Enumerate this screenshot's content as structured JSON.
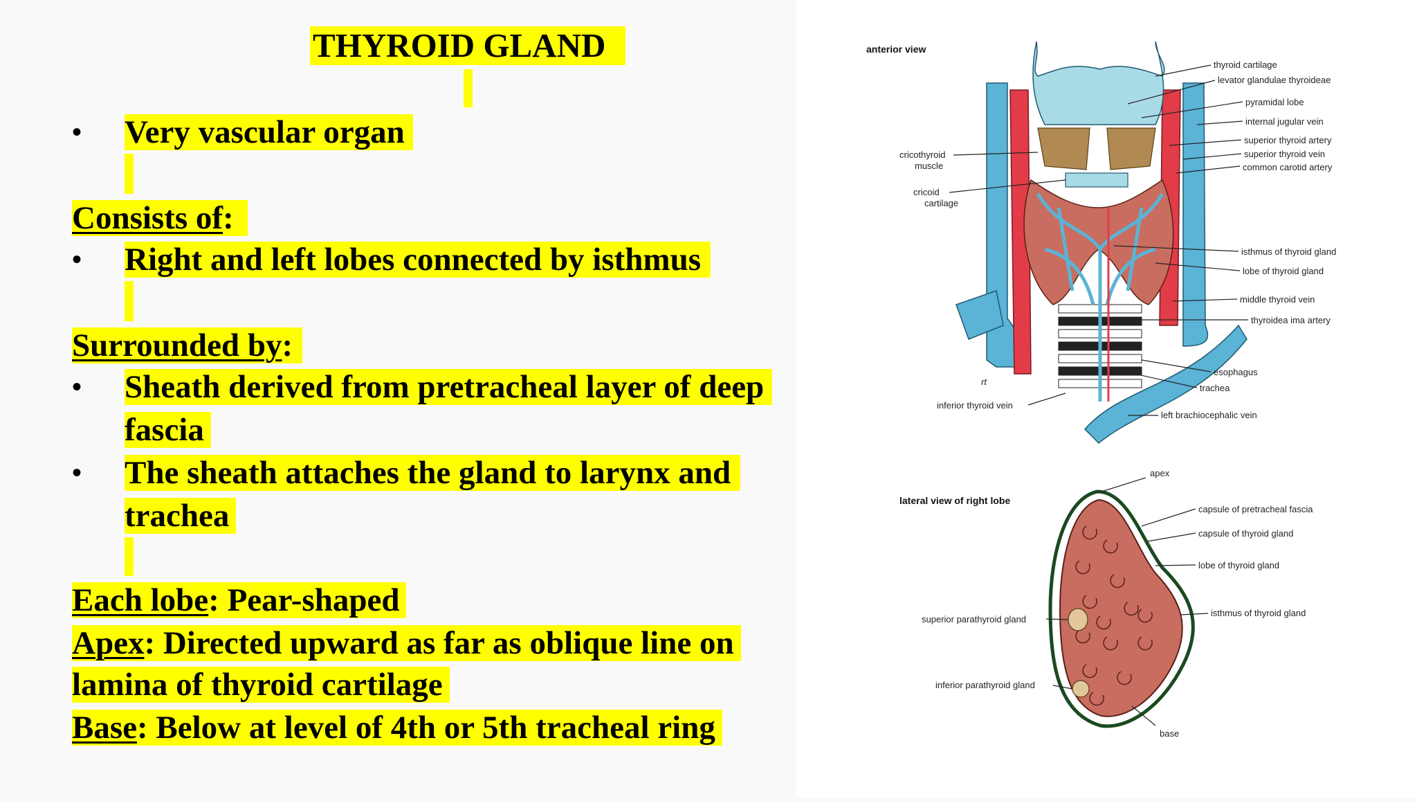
{
  "slide": {
    "title": "THYROID GLAND",
    "point1": "Very vascular organ",
    "consists_label": "Consists of",
    "consists_item": "Right and left lobes connected by isthmus",
    "surrounded_label": "Surrounded by",
    "surrounded_item1_line1": "Sheath derived from pretracheal layer of deep",
    "surrounded_item1_line2": "fascia",
    "surrounded_item2_line1": "The sheath attaches the gland to larynx and",
    "surrounded_item2_line2": "trachea",
    "each_lobe_label": "Each lobe",
    "each_lobe_text": ": Pear-shaped",
    "apex_label": "Apex",
    "apex_text_line1": ": Directed upward as far as oblique line on",
    "apex_text_line2": "lamina of thyroid cartilage",
    "base_label": "Base",
    "base_text": ": Below at level of 4th or 5th tracheal ring",
    "colon": ":",
    "bullet": "•"
  },
  "diagram_anterior": {
    "heading": "anterior view",
    "labels": {
      "thyroid_cartilage": "thyroid cartilage",
      "levator": "levator glandulae thyroideae",
      "pyramidal": "pyramidal lobe",
      "ijv": "internal jugular vein",
      "sta": "superior thyroid artery",
      "stv": "superior thyroid vein",
      "cca": "common carotid artery",
      "cricothyroid1": "cricothyroid",
      "cricothyroid2": "muscle",
      "cricoid1": "cricoid",
      "cricoid2": "cartilage",
      "isthmus": "isthmus of thyroid gland",
      "lobe": "lobe of thyroid gland",
      "mtv": "middle thyroid vein",
      "ima": "thyroidea ima artery",
      "esophagus": "esophagus",
      "trachea": "trachea",
      "itv": "inferior thyroid vein",
      "lbv": "left brachiocephalic vein",
      "mark": "rt"
    }
  },
  "diagram_lateral": {
    "heading": "lateral view of right lobe",
    "labels": {
      "apex": "apex",
      "cap_pre": "capsule of pretracheal fascia",
      "cap_thy": "capsule of thyroid gland",
      "lobe": "lobe of thyroid gland",
      "isthmus": "isthmus of thyroid gland",
      "sup_para": "superior parathyroid gland",
      "inf_para": "inferior parathyroid gland",
      "base": "base"
    }
  },
  "colors": {
    "highlight": "#ffff00",
    "vein": "#5bb3d6",
    "artery": "#e23c48",
    "cartilage": "#a9dbe6",
    "gland": "#c86d5f",
    "muscle": "#b08a52"
  }
}
